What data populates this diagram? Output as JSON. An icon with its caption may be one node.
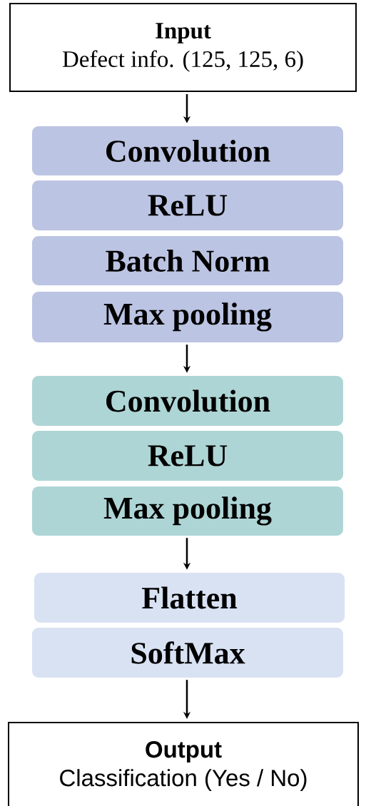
{
  "diagram": {
    "nodes": [
      {
        "text": [
          "Input",
          "Defect info. (125, 125, 6)"
        ]
      },
      {
        "text": [
          "Convolution"
        ]
      },
      {
        "text": [
          "ReLU"
        ]
      },
      {
        "text": [
          "Batch Norm"
        ]
      },
      {
        "text": [
          "Max pooling"
        ]
      },
      {
        "text": [
          "Convolution"
        ]
      },
      {
        "text": [
          "ReLU"
        ]
      },
      {
        "text": [
          "Max pooling"
        ]
      },
      {
        "text": [
          "Flatten"
        ]
      },
      {
        "text": [
          "SoftMax"
        ]
      },
      {
        "text": [
          "Output",
          "Classification (Yes / No)"
        ]
      }
    ],
    "edges": [
      {
        "from": 0,
        "to": 1,
        "arrow": "to"
      },
      {
        "from": 4,
        "to": 5,
        "arrow": "to"
      },
      {
        "from": 7,
        "to": 8,
        "arrow": "to"
      },
      {
        "from": 9,
        "to": 10,
        "arrow": "to"
      }
    ]
  }
}
